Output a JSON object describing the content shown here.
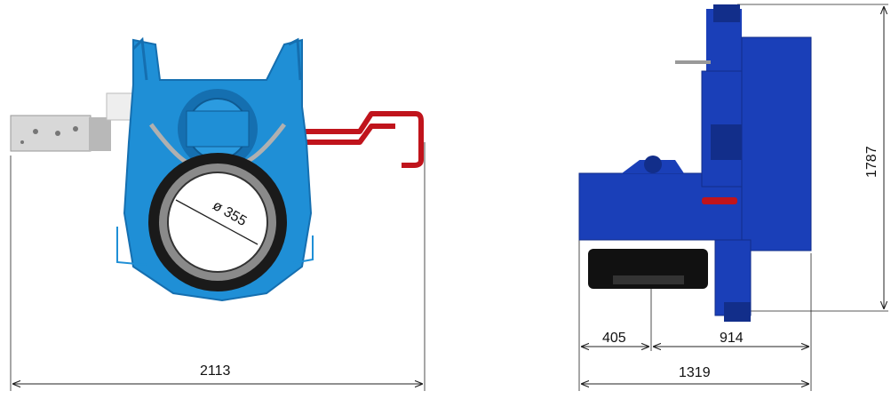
{
  "dimensions": {
    "top_view": {
      "overall_width": "2113",
      "bore_diameter": "ø 355"
    },
    "side_view": {
      "height": "1787",
      "front_offset": "405",
      "rear_width": "914",
      "overall_depth": "1319"
    }
  },
  "colors": {
    "machine_blue": "#1f8fd6",
    "machine_blue_dark": "#156fb0",
    "side_blue": "#1a3fb8",
    "side_blue_dark": "#122e8a",
    "rail_red": "#c0141c",
    "grey_plate": "#d8d8d8",
    "dim_line": "#222222"
  }
}
